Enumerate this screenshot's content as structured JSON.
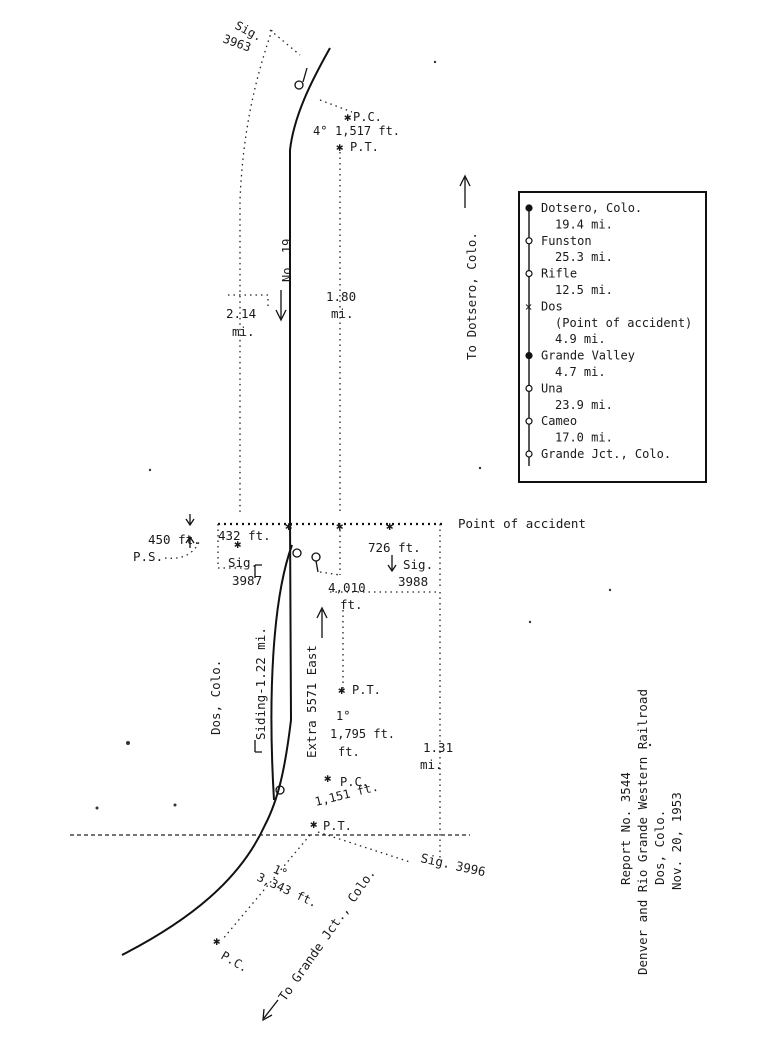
{
  "signals": {
    "sig_3963": {
      "label": "Sig.",
      "number": "3963"
    },
    "sig_3987": {
      "label": "Sig.",
      "number": "3987"
    },
    "sig_3988": {
      "label": "Sig.",
      "number": "3988"
    },
    "sig_3996": {
      "label": "Sig.",
      "number": "3996"
    }
  },
  "curve_top": {
    "pc": "P.C.",
    "degree": "4°",
    "length": "1,517 ft.",
    "pt": "P.T."
  },
  "curve_mid": {
    "pt": "P.T.",
    "degree": "1°",
    "length": "1,795 ft.",
    "pc": "P.C."
  },
  "curve_bottom": {
    "length": "1,151 ft.",
    "pt": "P.T.",
    "degree": "1°",
    "length2": "3,343 ft.",
    "pc": "P.C."
  },
  "distances": {
    "d_214": "2.14",
    "d_214_unit": "mi.",
    "d_180": "1.80",
    "d_180_unit": "mi.",
    "d_450": "450 ft.",
    "ps": "P.S.",
    "d_432": "432 ft.",
    "d_726": "726 ft.",
    "d_4010": "4,010",
    "d_4010_unit": "ft.",
    "d_131": "1.31",
    "d_131_unit": "mi."
  },
  "trains": {
    "no19": "No. 19",
    "extra": "Extra 5571 East"
  },
  "labels": {
    "point_of_accident": "Point of accident",
    "to_dotsero": "To Dotsero, Colo.",
    "to_grande_jct": "To Grande Jct., Colo.",
    "siding": "Siding-1.22 mi.",
    "dos_colo": "Dos, Colo."
  },
  "legend": [
    {
      "name": "Dotsero, Colo.",
      "marker": "filled"
    },
    {
      "name": "19.4 mi.",
      "marker": "none"
    },
    {
      "name": "Funston",
      "marker": "open"
    },
    {
      "name": "25.3 mi.",
      "marker": "none"
    },
    {
      "name": "Rifle",
      "marker": "open"
    },
    {
      "name": "12.5 mi.",
      "marker": "none"
    },
    {
      "name": "Dos",
      "marker": "cross"
    },
    {
      "name": "(Point of accident)",
      "marker": "none"
    },
    {
      "name": "4.9 mi.",
      "marker": "none"
    },
    {
      "name": "Grande Valley",
      "marker": "filled"
    },
    {
      "name": "4.7 mi.",
      "marker": "none"
    },
    {
      "name": "Una",
      "marker": "open"
    },
    {
      "name": "23.9 mi.",
      "marker": "none"
    },
    {
      "name": "Cameo",
      "marker": "open"
    },
    {
      "name": "17.0 mi.",
      "marker": "none"
    },
    {
      "name": "Grande Jct., Colo.",
      "marker": "open"
    }
  ],
  "report": {
    "line1": "Report No. 3544",
    "line2": "Denver and Rio Grande Western Railroad",
    "line3": "Dos, Colo.",
    "line4": "Nov. 20, 1953"
  }
}
